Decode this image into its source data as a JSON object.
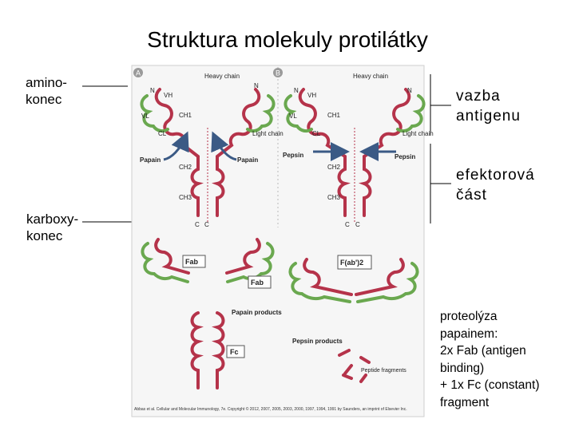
{
  "title": "Struktura molekuly protilátky",
  "left_labels": {
    "amino": [
      "amino-",
      "konec"
    ],
    "carboxy": [
      "karboxy-",
      "konec"
    ]
  },
  "right_labels": {
    "binding": [
      "vazba",
      "antigenu"
    ],
    "effector": [
      "efektorová",
      "část"
    ]
  },
  "notes": [
    "proteolýza",
    "papainem:",
    "2x Fab (antigen",
    "binding)",
    "+ 1x Fc (constant)",
    "fragment"
  ],
  "figure": {
    "panel_a": "A",
    "panel_b": "B",
    "heavy_chain": "Heavy chain",
    "light_chain": "Light chain",
    "papain": "Papain",
    "pepsin": "Pepsin",
    "vh": "VH",
    "vl": "VL",
    "ch1": "CH1",
    "cl": "CL",
    "ch2": "CH2",
    "ch3": "CH3",
    "n": "N",
    "c": "C",
    "fab": "Fab",
    "fc": "Fc",
    "fab2": "F(ab')2",
    "papain_products": "Papain products",
    "pepsin_products": "Pepsin products",
    "peptide_fragments": "Peptide fragments",
    "copyright": "Abbas et al. Cellular and Molecular Immunology, 7e. Copyright © 2012, 2007, 2005, 2003, 2000, 1997, 1994, 1991 by Saunders, an imprint of Elsevier Inc."
  },
  "colors": {
    "heavy": "#b5334a",
    "light": "#6aa84f",
    "arrow": "#3b5a85",
    "panel_bg": "#f6f6f6"
  }
}
